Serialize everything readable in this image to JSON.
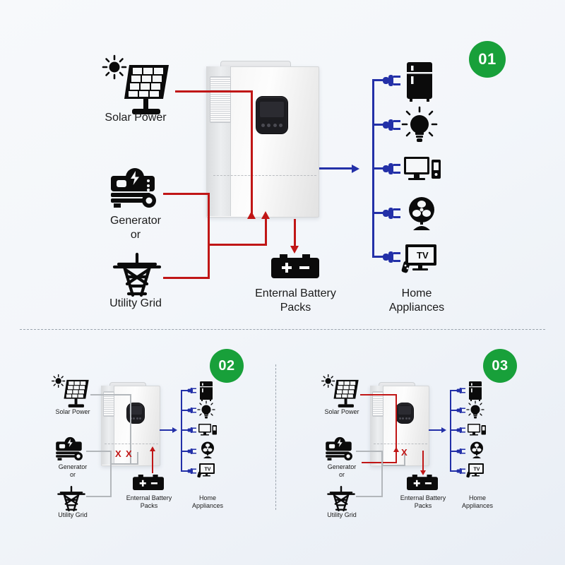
{
  "theme": {
    "badge_color": "#18a03a",
    "active_wire_color": "#c01616",
    "inactive_wire_color": "#b3b7bb",
    "load_wire_color": "#2330a8",
    "background": "#f3f6fa"
  },
  "panels": [
    {
      "badge": "01",
      "labels": {
        "solar": "Solar Power",
        "generator": "Generator\nor",
        "grid": "Utility Grid",
        "battery": "Enternal Battery\nPacks",
        "appliances": "Home\nAppliances"
      },
      "appliance_list": [
        "refrigerator",
        "light-bulb",
        "computer",
        "fan",
        "tv"
      ],
      "flows": {
        "solar_to_inverter": "active",
        "generator_to_inverter": "active",
        "grid_to_inverter": "active",
        "inverter_to_battery": "charging",
        "inverter_to_loads": "active"
      }
    },
    {
      "badge": "02",
      "labels": {
        "solar": "Solar Power",
        "generator": "Generator\nor",
        "grid": "Utility Grid",
        "battery": "Enternal Battery\nPacks",
        "appliances": "Home\nAppliances"
      },
      "appliance_list": [
        "refrigerator",
        "light-bulb",
        "computer",
        "fan",
        "tv"
      ],
      "flows": {
        "solar_to_inverter": "blocked",
        "generator_to_inverter": "blocked",
        "grid_to_inverter": "blocked",
        "battery_to_inverter": "discharging",
        "inverter_to_loads": "active"
      },
      "block_marks": 2
    },
    {
      "badge": "03",
      "labels": {
        "solar": "Solar Power",
        "generator": "Generator\nor",
        "grid": "Utility Grid",
        "battery": "Enternal Battery\nPacks",
        "appliances": "Home\nAppliances"
      },
      "appliance_list": [
        "refrigerator",
        "light-bulb",
        "computer",
        "fan",
        "tv"
      ],
      "flows": {
        "solar_to_inverter": "active",
        "generator_to_inverter": "blocked",
        "grid_to_inverter": "blocked",
        "inverter_to_battery": "charging",
        "inverter_to_loads": "active"
      },
      "block_marks": 1
    }
  ],
  "icon_glyphs": {
    "block": "X"
  }
}
